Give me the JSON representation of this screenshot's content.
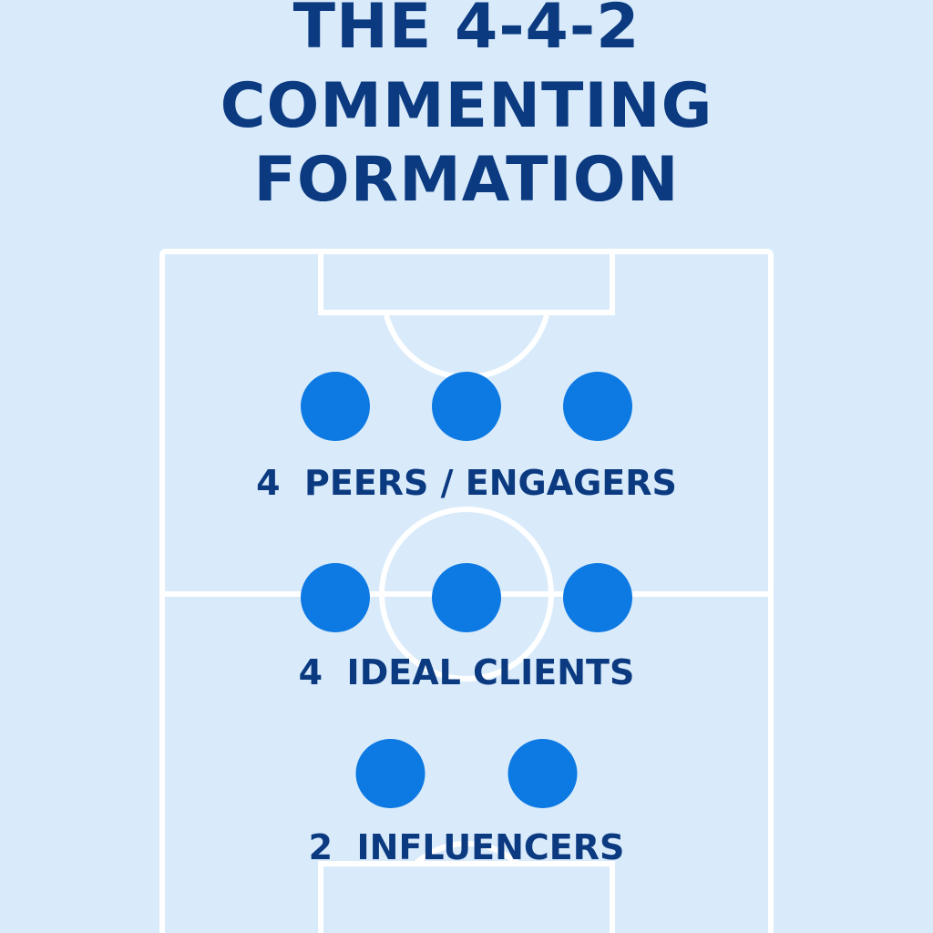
{
  "title": {
    "line1": "THE 4-4-2",
    "line2": "COMMENTING",
    "line3": "FORMATION"
  },
  "formation": {
    "rows": [
      {
        "count": 3,
        "label": "4  PEERS / ENGAGERS"
      },
      {
        "count": 3,
        "label": "4  IDEAL CLIENTS"
      },
      {
        "count": 2,
        "label": "2  INFLUENCERS"
      }
    ]
  },
  "colors": {
    "background": "#d9ebfb",
    "title_text": "#0b3a80",
    "player_dot": "#0d79e3",
    "pitch_lines": "#ffffff"
  }
}
